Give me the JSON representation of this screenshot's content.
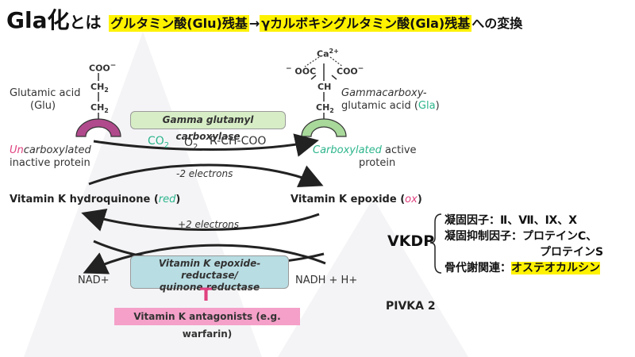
{
  "header": {
    "title_main": "Gla化",
    "title_toha": "とは",
    "highlight_1": "グルタミン酸(Glu)残基",
    "arrow": "→",
    "highlight_2": "γカルボキシグルタミン酸(Gla)残基",
    "tail": "への変換"
  },
  "left_molecule": {
    "coo": "COO",
    "minus": "−",
    "ch2_top": "CH",
    "ch2_bottom": "CH",
    "sub2": "2",
    "name_line1": "Glutamic acid",
    "name_line2": "(Glu)"
  },
  "right_molecule": {
    "ca": "Ca",
    "ca_charge": "2+",
    "ooc": "OOC",
    "coo": "COO",
    "minus": "−",
    "ch": "CH",
    "ch2": "CH",
    "sub2": "2",
    "name_line1": "Gammacarboxy-",
    "name_line2_pre": "glutamic acid (",
    "name_line2_gla": "Gla",
    "name_line2_post": ")"
  },
  "enzyme_top": "Gamma glutamyl carboxylase",
  "cofactors": {
    "co2": "CO",
    "o2": "O",
    "sub2": "2",
    "rch": "R-CH-COO"
  },
  "left_protein": {
    "un": "Un",
    "carboxylated": "carboxylated",
    "line2": "inactive protein"
  },
  "right_protein": {
    "carboxylated": "Carboxylated",
    "active": " active",
    "line2": "protein"
  },
  "minus2": "-2 electrons",
  "plus2": "+2 electrons",
  "vk_hydro": {
    "text": "Vitamin K hydroquinone (",
    "red": "red",
    "close": ")"
  },
  "vk_epox": {
    "text": "Vitamin K epoxide (",
    "ox": "ox",
    "close": ")"
  },
  "enzyme_bottom": {
    "line1": "Vitamin K epoxide-reductase/",
    "line2": "quinone reductase"
  },
  "nad": "NAD+",
  "nadh": "NADH + H+",
  "inhibit_symbol": "T",
  "antagonist": "Vitamin K antagonists (e.g. warfarin)",
  "vkdp": "VKDP",
  "vkdp_list": {
    "line1": "凝固因子：Ⅱ、Ⅶ、Ⅸ、Ⅹ",
    "line2": "凝固抑制因子：プロテインC、",
    "line3": "プロテインS",
    "line4_pre": "骨代謝関連：",
    "line4_hl": "オステオカルシン"
  },
  "pivka": "PIVKA 2",
  "colors": {
    "highlight": "#fff200",
    "pink": "#e0407f",
    "teal": "#2db58c",
    "green_box": "#d7edc6",
    "blue_box": "#b8dde3",
    "pink_box": "#f4a0c8",
    "protein_left": "#b04a8c",
    "protein_right": "#a8d89a"
  }
}
